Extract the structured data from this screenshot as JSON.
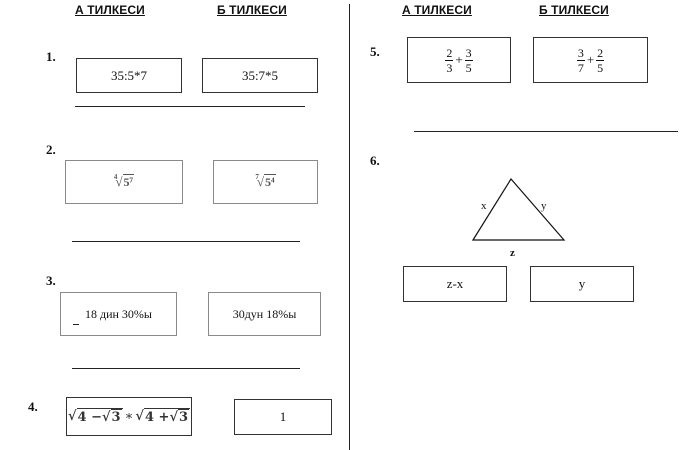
{
  "headers": {
    "left_a": "А ТИЛКЕСИ",
    "left_b": "Б ТИЛКЕСИ",
    "right_a": "А ТИЛКЕСИ",
    "right_b": "Б ТИЛКЕСИ"
  },
  "q1": {
    "number": "1.",
    "a": "35:5*7",
    "b": "35:7*5"
  },
  "q2": {
    "number": "2.",
    "a": {
      "index": "4",
      "radicand": "5⁷"
    },
    "b": {
      "index": "7",
      "radicand": "5⁴"
    }
  },
  "q3": {
    "number": "3.",
    "a": "18 дин 30%ы",
    "b": "30дун 18%ы"
  },
  "q4": {
    "number": "4.",
    "a": {
      "left_inner": "4 − ",
      "left_root": "3",
      "op": "∗",
      "right_inner": "4 + ",
      "right_root": "3"
    },
    "b": "1"
  },
  "q5": {
    "number": "5.",
    "a": {
      "f1_num": "2",
      "f1_den": "3",
      "op": "+",
      "f2_num": "3",
      "f2_den": "5"
    },
    "b": {
      "f1_num": "3",
      "f1_den": "7",
      "op": "+",
      "f2_num": "2",
      "f2_den": "5"
    }
  },
  "q6": {
    "number": "6.",
    "triangle": {
      "left_side": "x",
      "right_side": "y",
      "base": "z"
    },
    "a": "z-x",
    "b": "y"
  }
}
